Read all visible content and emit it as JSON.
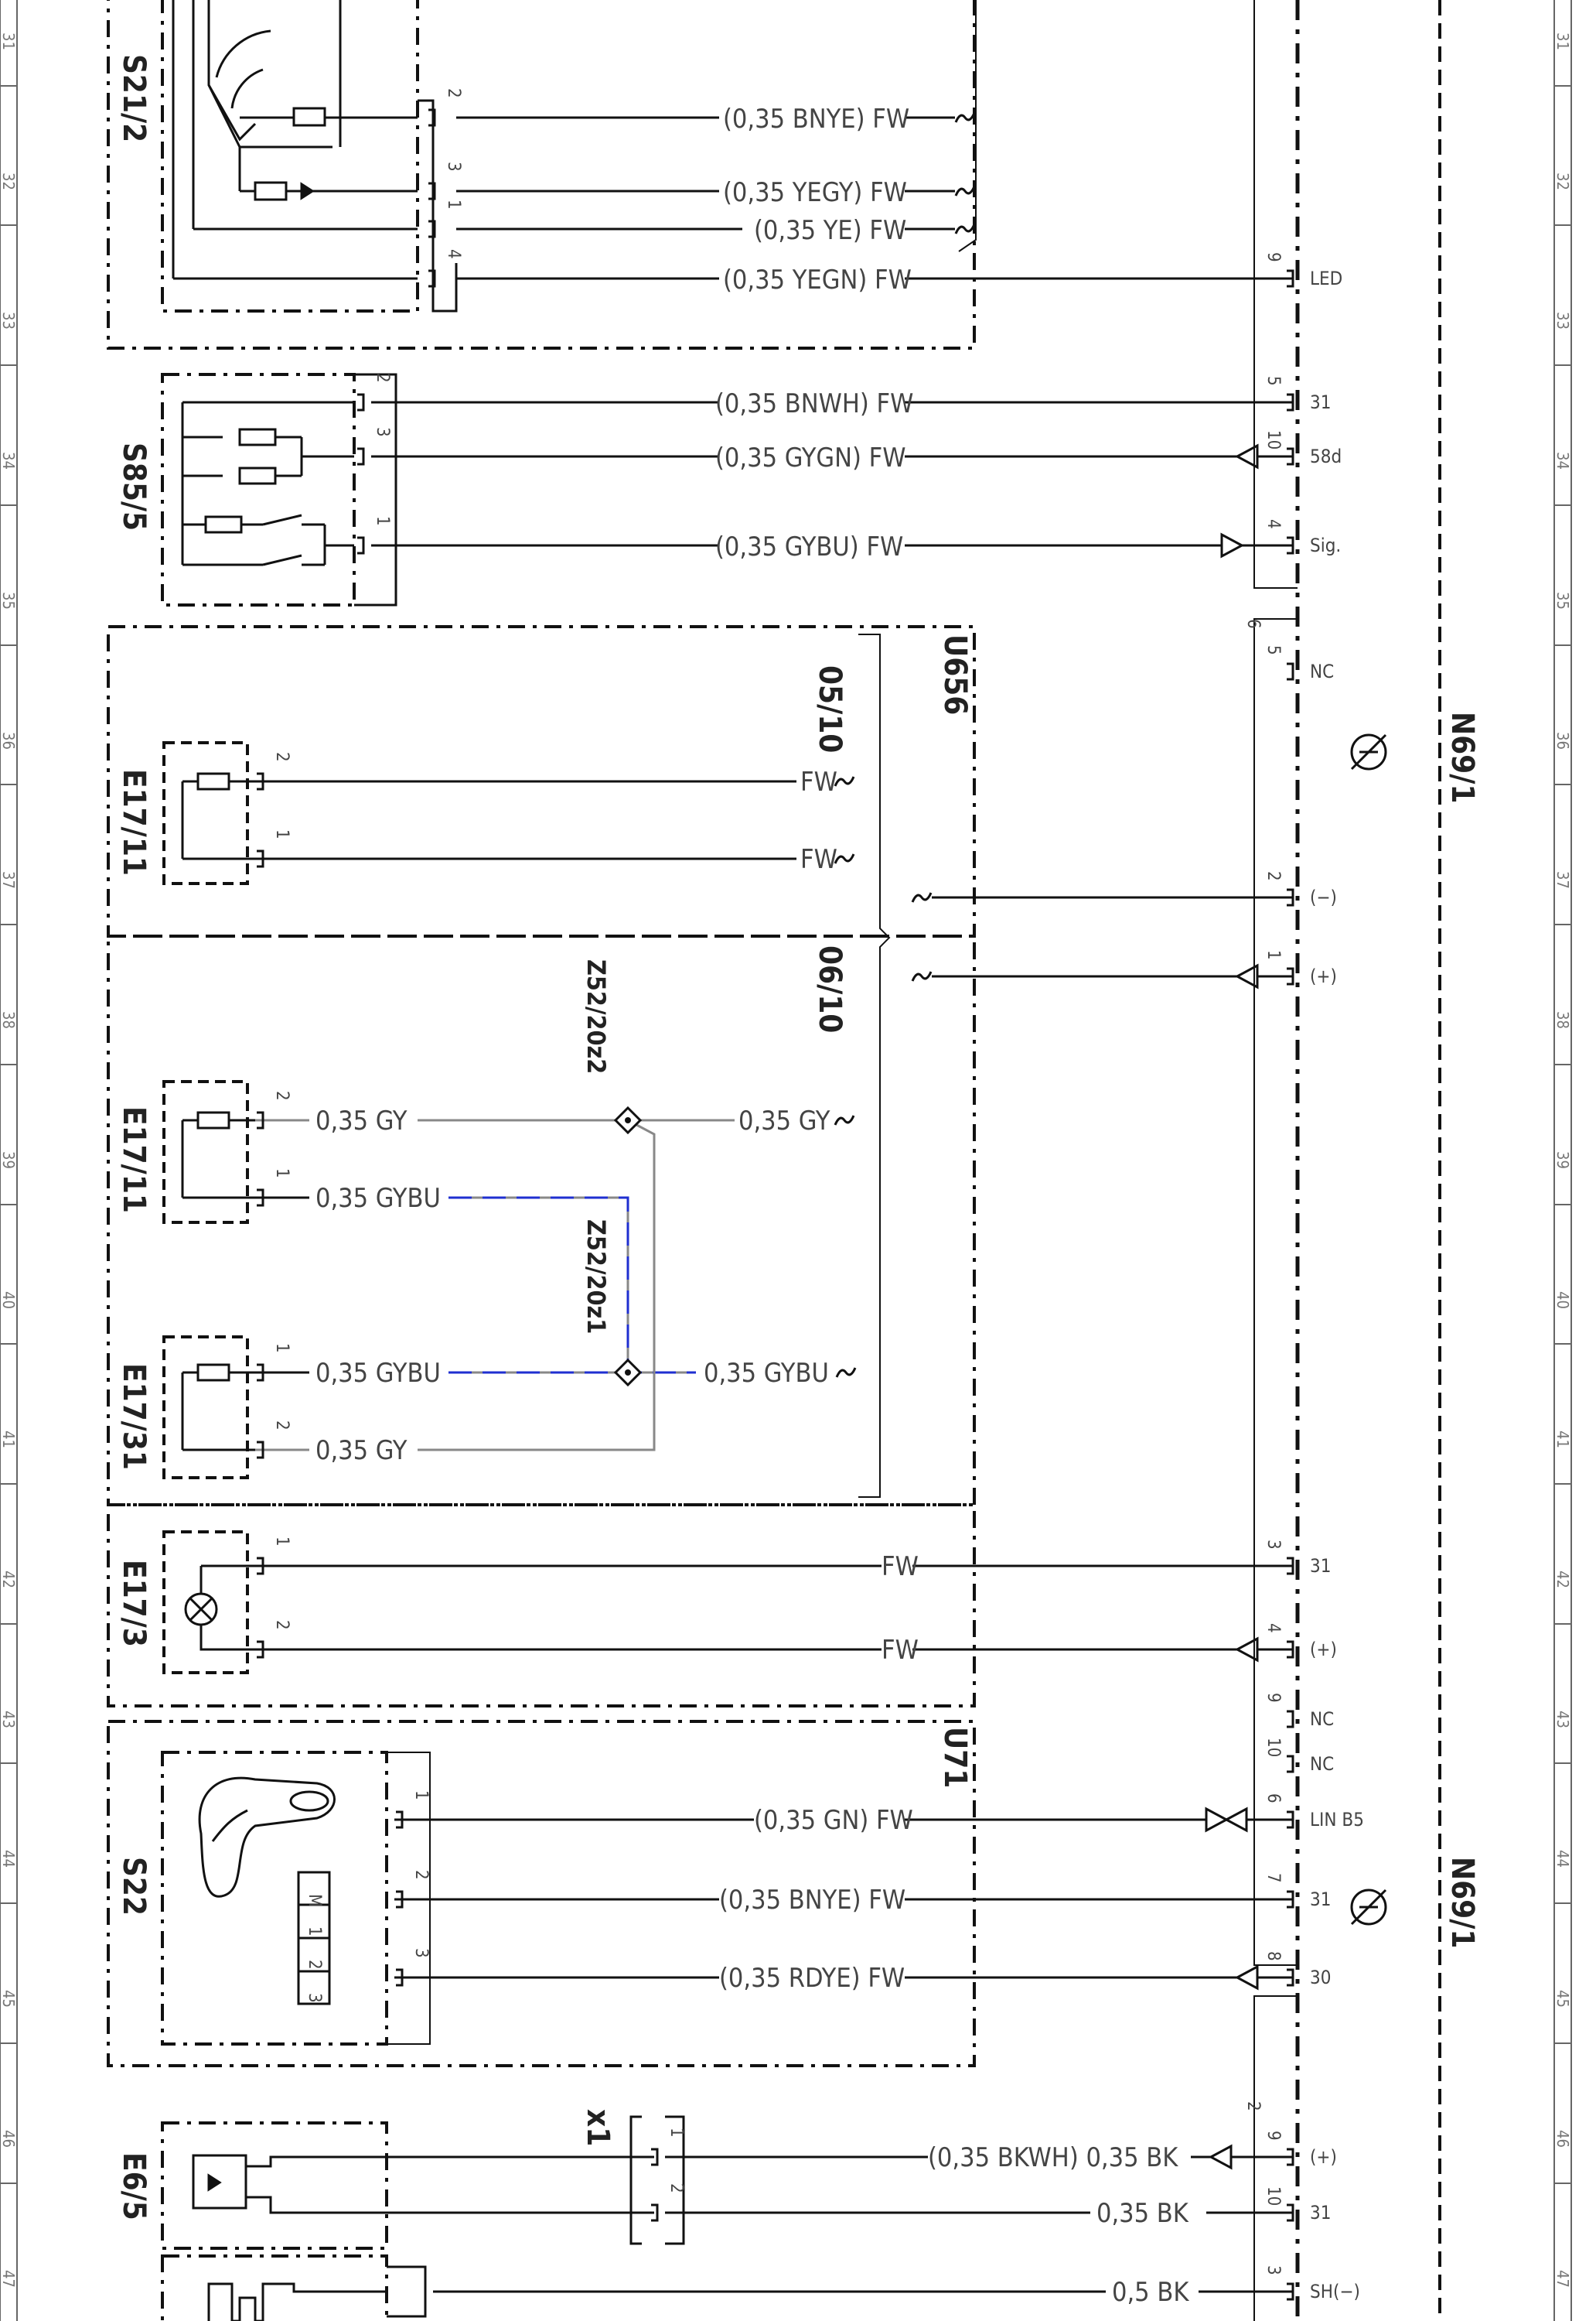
{
  "sheet": {
    "row_labels": [
      "31",
      "32",
      "33",
      "34",
      "35",
      "36",
      "37",
      "38",
      "39",
      "40",
      "41",
      "42",
      "43",
      "44",
      "45",
      "46",
      "47"
    ]
  },
  "components": {
    "s21_2": "S21/2",
    "s85_5": "S85/5",
    "u656": "U656",
    "e17_11_a": "E17/11",
    "e17_11_b": "E17/11",
    "e17_31": "E17/31",
    "e17_3": "E17/3",
    "u71": "U71",
    "s22": "S22",
    "e6_5": "E6/5",
    "n69_1_a": "N69/1",
    "n69_1_b": "N69/1",
    "z52_20z2": "Z52/20z2",
    "z52_20z1": "Z52/20z1",
    "x1": "x1",
    "ref_05_10": "05/10",
    "ref_06_10": "06/10"
  },
  "s22_buttons": [
    "M",
    "1",
    "2",
    "3"
  ],
  "wires": [
    {
      "id": "w1",
      "label": "(0,35 BNYE) FW"
    },
    {
      "id": "w2",
      "label": "(0,35 YEGY) FW"
    },
    {
      "id": "w3",
      "label": "(0,35 YE) FW"
    },
    {
      "id": "w4",
      "label": "(0,35 YEGN) FW"
    },
    {
      "id": "w5",
      "label": "(0,35 BNWH) FW"
    },
    {
      "id": "w6",
      "label": "(0,35 GYGN) FW"
    },
    {
      "id": "w7",
      "label": "(0,35 GYBU) FW"
    },
    {
      "id": "w8",
      "label": "FW"
    },
    {
      "id": "w9",
      "label": "FW"
    },
    {
      "id": "w10",
      "label": "0,35 GY"
    },
    {
      "id": "w11",
      "label": "0,35 GY"
    },
    {
      "id": "w12",
      "label": "0,35 GYBU"
    },
    {
      "id": "w13",
      "label": "0,35 GYBU"
    },
    {
      "id": "w14",
      "label": "0,35 GYBU"
    },
    {
      "id": "w15",
      "label": "0,35 GY"
    },
    {
      "id": "w16",
      "label": "FW"
    },
    {
      "id": "w17",
      "label": "FW"
    },
    {
      "id": "w18",
      "label": "(0,35 GN) FW"
    },
    {
      "id": "w19",
      "label": "(0,35 BNYE) FW"
    },
    {
      "id": "w20",
      "label": "(0,35 RDYE) FW"
    },
    {
      "id": "w21",
      "label": "(0,35 BKWH) 0,35 BK"
    },
    {
      "id": "w22",
      "label": "0,35 BK"
    },
    {
      "id": "w23",
      "label": "0,5 BK"
    }
  ],
  "n69_pins": [
    {
      "num": "9",
      "label": "LED"
    },
    {
      "num": "5",
      "label": "31"
    },
    {
      "num": "10",
      "label": "58d"
    },
    {
      "num": "4",
      "label": "Sig."
    },
    {
      "num": "5",
      "label": "NC"
    },
    {
      "num": "2",
      "label": "(−)"
    },
    {
      "num": "1",
      "label": "(+)"
    },
    {
      "num": "3",
      "label": "31"
    },
    {
      "num": "4",
      "label": "(+)"
    },
    {
      "num": "9",
      "label": "NC"
    },
    {
      "num": "10",
      "label": "NC"
    },
    {
      "num": "6",
      "label": "LIN B5"
    },
    {
      "num": "7",
      "label": "31"
    },
    {
      "num": "8",
      "label": "30"
    },
    {
      "num": "9",
      "label": "(+)"
    },
    {
      "num": "10",
      "label": "31"
    },
    {
      "num": "3",
      "label": "SH(−)"
    }
  ],
  "connector_ids": [
    "6",
    "2"
  ],
  "component_pins": {
    "s21_2": [
      "2",
      "3",
      "1",
      "4"
    ],
    "s85_5": [
      "2",
      "3",
      "1"
    ],
    "e17_11_a": [
      "2",
      "1"
    ],
    "e17_11_b": [
      "2",
      "1"
    ],
    "e17_31": [
      "1",
      "2"
    ],
    "e17_3": [
      "1",
      "2"
    ],
    "s22": [
      "1",
      "2",
      "3"
    ],
    "x1": [
      "1",
      "2"
    ]
  },
  "colors": {
    "line": "#111111",
    "gray_wire": "#888888",
    "blue_dash": "#1f2fd0"
  }
}
